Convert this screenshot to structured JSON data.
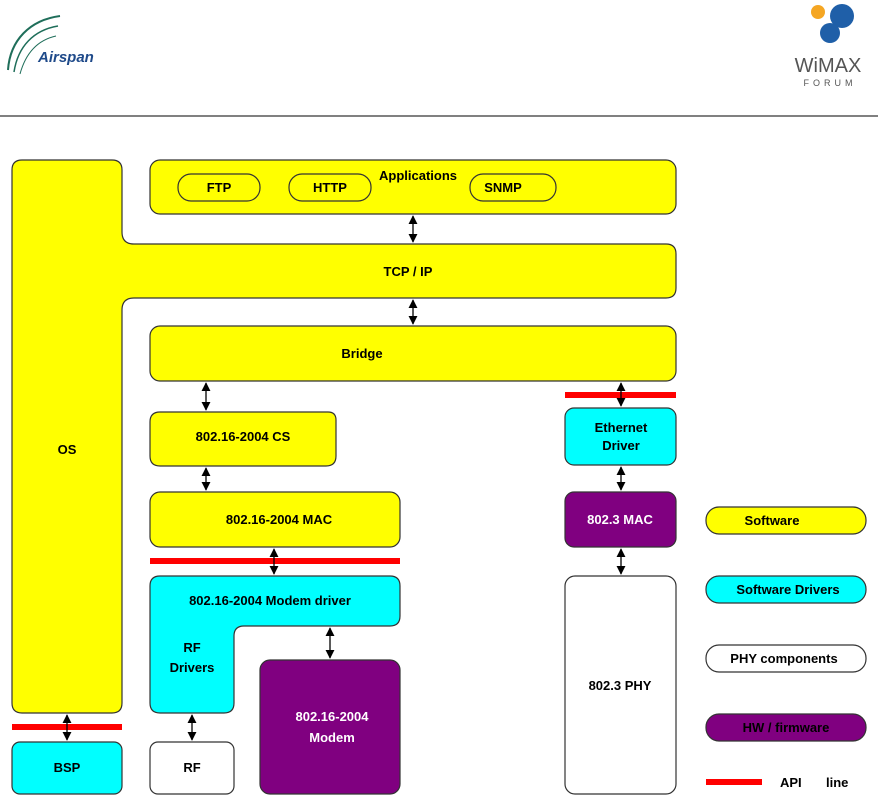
{
  "header": {
    "left_logo_text": "Airspan",
    "right_logo_text": "WiMAX",
    "right_logo_subtext": "FORUM"
  },
  "blocks": {
    "applications": "Applications",
    "ftp": "FTP",
    "http": "HTTP",
    "snmp": "SNMP",
    "os": "OS",
    "tcpip": "TCP / IP",
    "bridge": "Bridge",
    "cs": "802.16-2004 CS",
    "mac": "802.16-2004 MAC",
    "modem_driver": "802.16-2004 Modem driver",
    "rf_drivers_1": "RF",
    "rf_drivers_2": "Drivers",
    "modem_1": "802.16-2004",
    "modem_2": "Modem",
    "rf": "RF",
    "bsp": "BSP",
    "eth_driver_1": "Ethernet",
    "eth_driver_2": "Driver",
    "mac_8023": "802.3 MAC",
    "phy_8023": "802.3 PHY"
  },
  "legend": {
    "software": "Software",
    "software_drivers": "Software Drivers",
    "phy_components": "PHY components",
    "hw_firmware": "HW / firmware",
    "api": "API",
    "line": "line"
  },
  "colors": {
    "software": "#ffff00",
    "software_drivers": "#00ffff",
    "hw_firmware": "#800080",
    "api_line": "#ff0000"
  }
}
